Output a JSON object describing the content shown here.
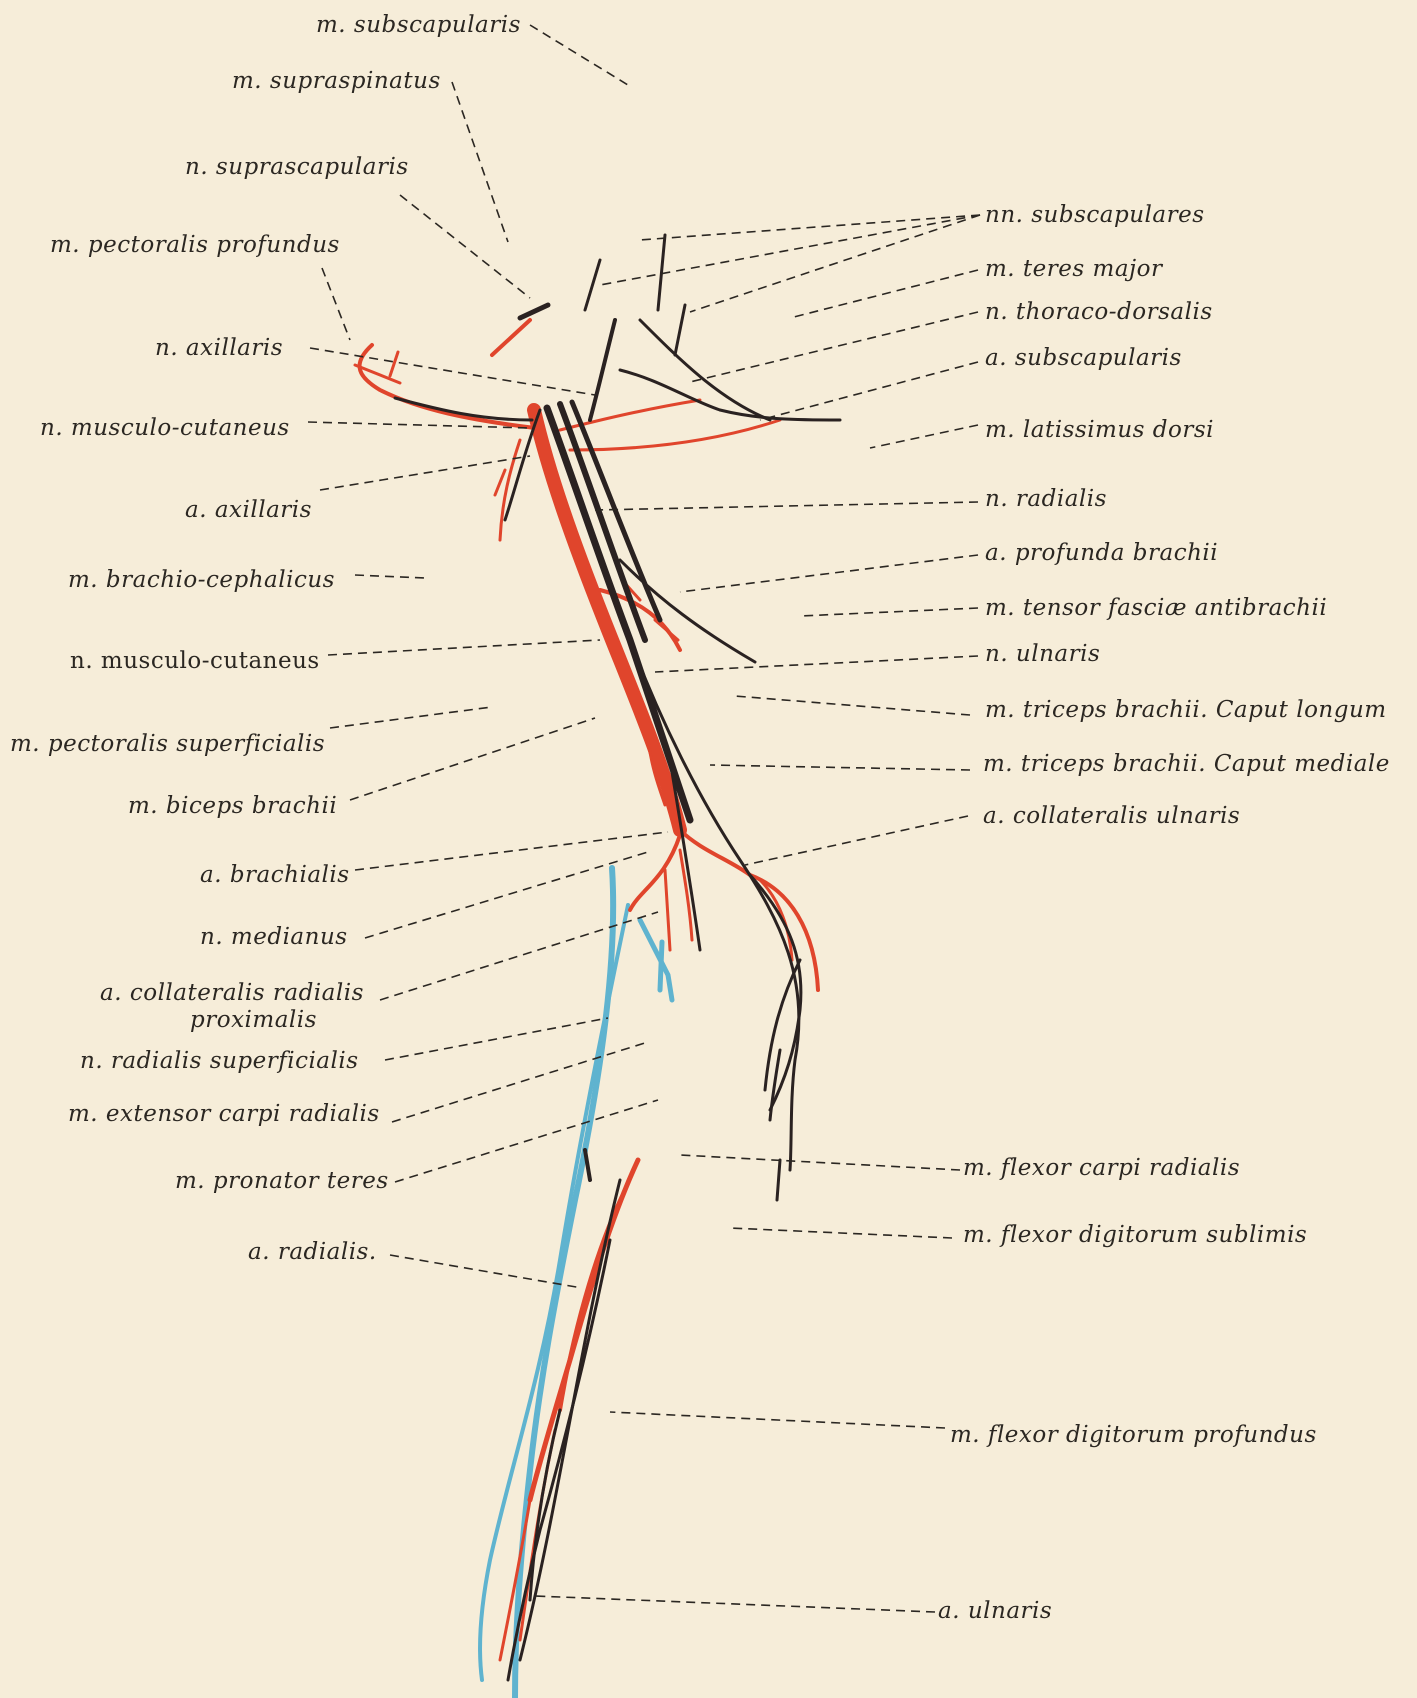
{
  "colors": {
    "background": "#f6edd9",
    "nerve": "#2a2221",
    "artery": "#e0452c",
    "vein": "#5fb3cf",
    "text": "#2b2722"
  },
  "labels": {
    "m_subscapularis": "m. subscapularis",
    "m_supraspinatus": "m. supraspinatus",
    "n_suprascapularis": "n. suprascapularis",
    "m_pectoralis_profundus": "m. pectoralis profundus",
    "n_axillaris": "n. axillaris",
    "n_musculo_cutaneus_1": "n. musculo-cutaneus",
    "a_axillaris": "a. axillaris",
    "m_brachio_cephalicus": "m. brachio-cephalicus",
    "n_musculo_cutaneus_2": "n. musculo-cutaneus",
    "m_pectoralis_superficialis": "m. pectoralis superficialis",
    "m_biceps_brachii": "m. biceps brachii",
    "a_brachialis": "a. brachialis",
    "n_medianus": "n. medianus",
    "a_collateralis_radialis_1": "a. collateralis radialis",
    "a_collateralis_radialis_2": "proximalis",
    "n_radialis_superficialis": "n. radialis superficialis",
    "m_extensor_carpi_radialis": "m. extensor carpi radialis",
    "m_pronator_teres": "m. pronator teres",
    "a_radialis": "a. radialis.",
    "nn_subscapulares": "nn. subscapulares",
    "m_teres_major": "m. teres major",
    "n_thoraco_dorsalis": "n. thoraco-dorsalis",
    "a_subscapularis": "a. subscapularis",
    "m_latissimus_dorsi": "m. latissimus dorsi",
    "n_radialis": "n. radialis",
    "a_profunda_brachii": "a. profunda brachii",
    "m_tensor_fasciae": "m. tensor fasciæ antibrachii",
    "n_ulnaris": "n. ulnaris",
    "m_triceps_longum": "m. triceps brachii.   Caput longum",
    "m_triceps_mediale": "m. triceps brachii.   Caput mediale",
    "a_collateralis_ulnaris": "a. collateralis ulnaris",
    "m_flexor_carpi_radialis": "m. flexor carpi radialis",
    "m_flexor_digitorum_sublimis": "m. flexor digitorum sublimis",
    "m_flexor_digitorum_profundus": "m. flexor digitorum profundus",
    "a_ulnaris": "a. ulnaris"
  }
}
